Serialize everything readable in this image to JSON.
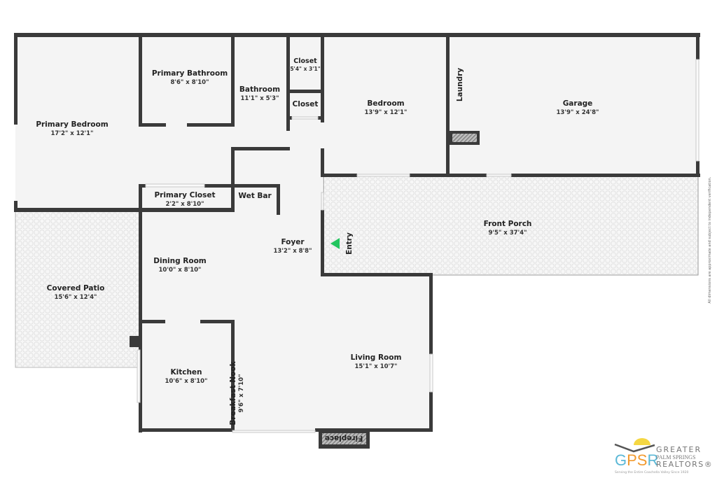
{
  "rooms": {
    "primary_bedroom": {
      "name": "Primary Bedroom",
      "dim": "17'2\" x 12'1\""
    },
    "primary_bathroom": {
      "name": "Primary Bathroom",
      "dim": "8'6\" x 8'10\""
    },
    "bathroom": {
      "name": "Bathroom",
      "dim": "11'1\" x 5'3\""
    },
    "closet1": {
      "name": "Closet",
      "dim": "5'4\" x 3'1\""
    },
    "closet2": {
      "name": "Closet"
    },
    "bedroom": {
      "name": "Bedroom",
      "dim": "13'9\" x 12'1\""
    },
    "laundry": {
      "name": "Laundry"
    },
    "garage": {
      "name": "Garage",
      "dim": "13'9\" x 24'8\""
    },
    "primary_closet": {
      "name": "Primary Closet",
      "dim": "2'2\" x 8'10\""
    },
    "wet_bar": {
      "name": "Wet Bar"
    },
    "front_porch": {
      "name": "Front Porch",
      "dim": "9'5\" x 37'4\""
    },
    "foyer": {
      "name": "Foyer",
      "dim": "13'2\" x 8'8\""
    },
    "entry": {
      "name": "Entry"
    },
    "dining_room": {
      "name": "Dining Room",
      "dim": "10'0\" x 8'10\""
    },
    "covered_patio": {
      "name": "Covered Patio",
      "dim": "15'6\" x 12'4\""
    },
    "kitchen": {
      "name": "Kitchen",
      "dim": "10'6\" x 8'10\""
    },
    "breakfast_nook": {
      "name": "Breakfast Nook",
      "dim": "9'6\" x 7'10\""
    },
    "living_room": {
      "name": "Living Room",
      "dim": "15'1\" x 10'7\""
    },
    "fireplace": {
      "name": "Fireplace"
    }
  },
  "disclaimer": "All dimensions are approximate and subject to independent verification.",
  "logo": {
    "mark": "GPSR",
    "line1": "GREATER",
    "line2": "PALM SPRINGS",
    "line3": "REALTORS®",
    "tagline": "Serving the Entire Coachella Valley Since 1920"
  },
  "colors": {
    "wall": "#3a3a3a",
    "floor": "#f4f4f4",
    "entry_marker": "#22c55e",
    "logo_blue": "#5bb8d6",
    "logo_orange": "#f29a2e",
    "logo_sun": "#f5d742"
  }
}
